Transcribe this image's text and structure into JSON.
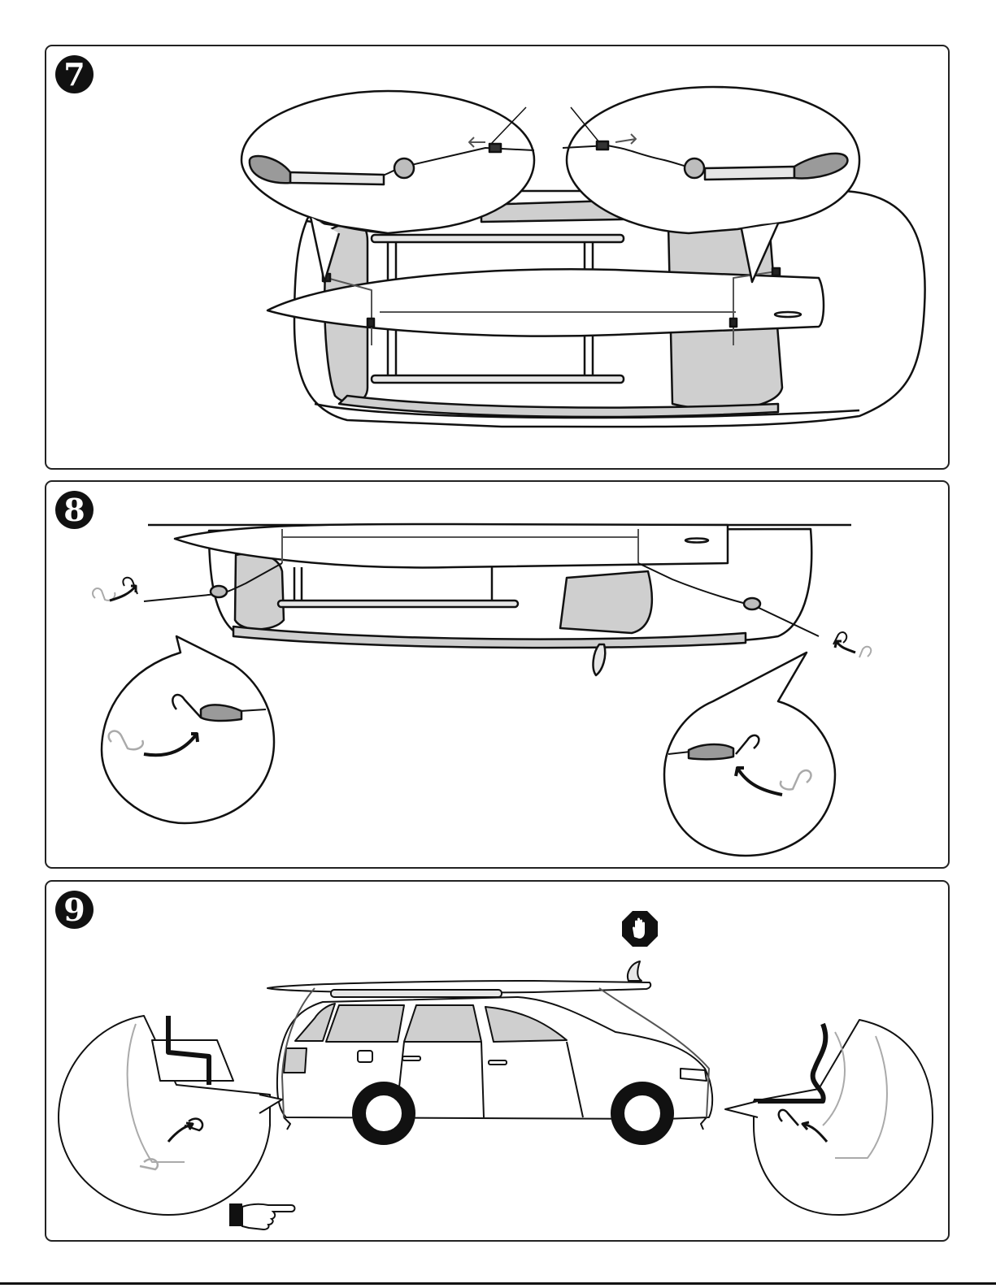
{
  "steps": [
    {
      "number": "7"
    },
    {
      "number": "8"
    },
    {
      "number": "9"
    }
  ],
  "icons": {
    "stop": "stop-hand-icon",
    "pointing": "pointing-hand-icon"
  },
  "colors": {
    "line": "#111111",
    "shade": "#cfcfcf",
    "light_shade": "#e6e6e6",
    "strap_gray": "#9a9a9a"
  }
}
